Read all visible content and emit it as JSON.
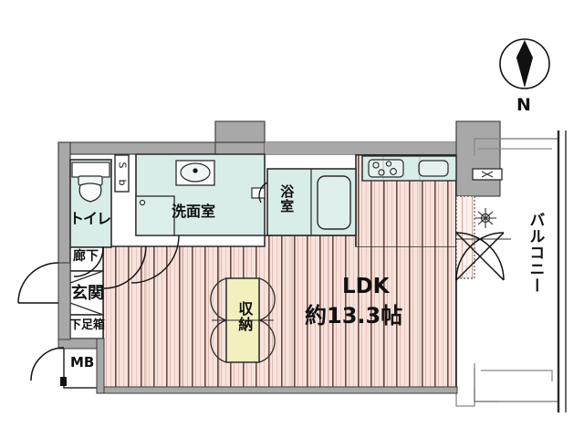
{
  "plan": {
    "type": "floor-plan",
    "style": "japanese-apartment-madori",
    "compass": {
      "label": "N",
      "direction": "up",
      "name": "compass-rose"
    },
    "colors": {
      "floor_wood": "#f6ded9",
      "floor_plank_line": "#6b4a3e",
      "wet_room": "#d6ece7",
      "wall_structural": "#a8a8a8",
      "wall_outline": "#2b2b2b",
      "storage_fill": "#f2f0bd",
      "background": "#ffffff",
      "text": "#111111"
    },
    "rooms": [
      {
        "id": "ldk",
        "name_jp": "LDK",
        "area_label": "約13.3帖",
        "fill": "floor_wood"
      },
      {
        "id": "senmen",
        "name_jp": "洗面室",
        "area_label": "",
        "fill": "wet_room"
      },
      {
        "id": "yokushitsu",
        "name_jp": "浴室",
        "area_label": "",
        "fill": "wet_room"
      },
      {
        "id": "toilet",
        "name_jp": "トイレ",
        "area_label": "",
        "fill": "wet_room"
      },
      {
        "id": "genkan",
        "name_jp": "玄関",
        "area_label": "",
        "fill": "white"
      },
      {
        "id": "rouka",
        "name_jp": "廊下",
        "area_label": "",
        "fill": "white"
      },
      {
        "id": "shuunou",
        "name_jp": "収納",
        "area_label": "",
        "fill": "storage_fill"
      },
      {
        "id": "getabako",
        "name_jp": "下足箱",
        "area_label": "",
        "fill": "white"
      },
      {
        "id": "mb",
        "name_jp": "MB",
        "area_label": "",
        "fill": "white"
      },
      {
        "id": "balcony",
        "name_jp": "バルコニー",
        "area_label": "",
        "fill": "white"
      }
    ],
    "labels": {
      "ldk_name": "LDK",
      "ldk_area": "約13.3帖",
      "senmenshitsu": "洗面室",
      "yokushitsu": "浴室",
      "toilet": "トイレ",
      "genkan": "玄関",
      "rouka": "廊下",
      "shuunou": "収納",
      "getabako": "下足箱",
      "mb": "MB",
      "balcony": "バルコニー",
      "north": "N"
    },
    "fixtures": [
      {
        "name": "kitchen-stove",
        "type": "3-burner-gas-hob"
      },
      {
        "name": "kitchen-sink",
        "type": "sink"
      },
      {
        "name": "washbasin",
        "type": "vanity-basin"
      },
      {
        "name": "bathtub",
        "type": "unit-bath-tub"
      },
      {
        "name": "toilet-fixture",
        "type": "western-toilet"
      },
      {
        "name": "washing-machine-pan",
        "type": "washer-space"
      },
      {
        "name": "air-conditioner",
        "type": "ac-outdoor-unit"
      }
    ],
    "doors": [
      {
        "name": "entrance-door",
        "swing": "arc"
      },
      {
        "name": "mb-door",
        "swing": "arc"
      },
      {
        "name": "genkan-hall-door",
        "swing": "arc"
      },
      {
        "name": "ldk-hall-door",
        "swing": "arc"
      },
      {
        "name": "toilet-door",
        "swing": "arc"
      },
      {
        "name": "bath-door",
        "swing": "arc"
      },
      {
        "name": "balcony-window",
        "swing": "sliding"
      },
      {
        "name": "closet-door",
        "swing": "folding"
      }
    ]
  }
}
